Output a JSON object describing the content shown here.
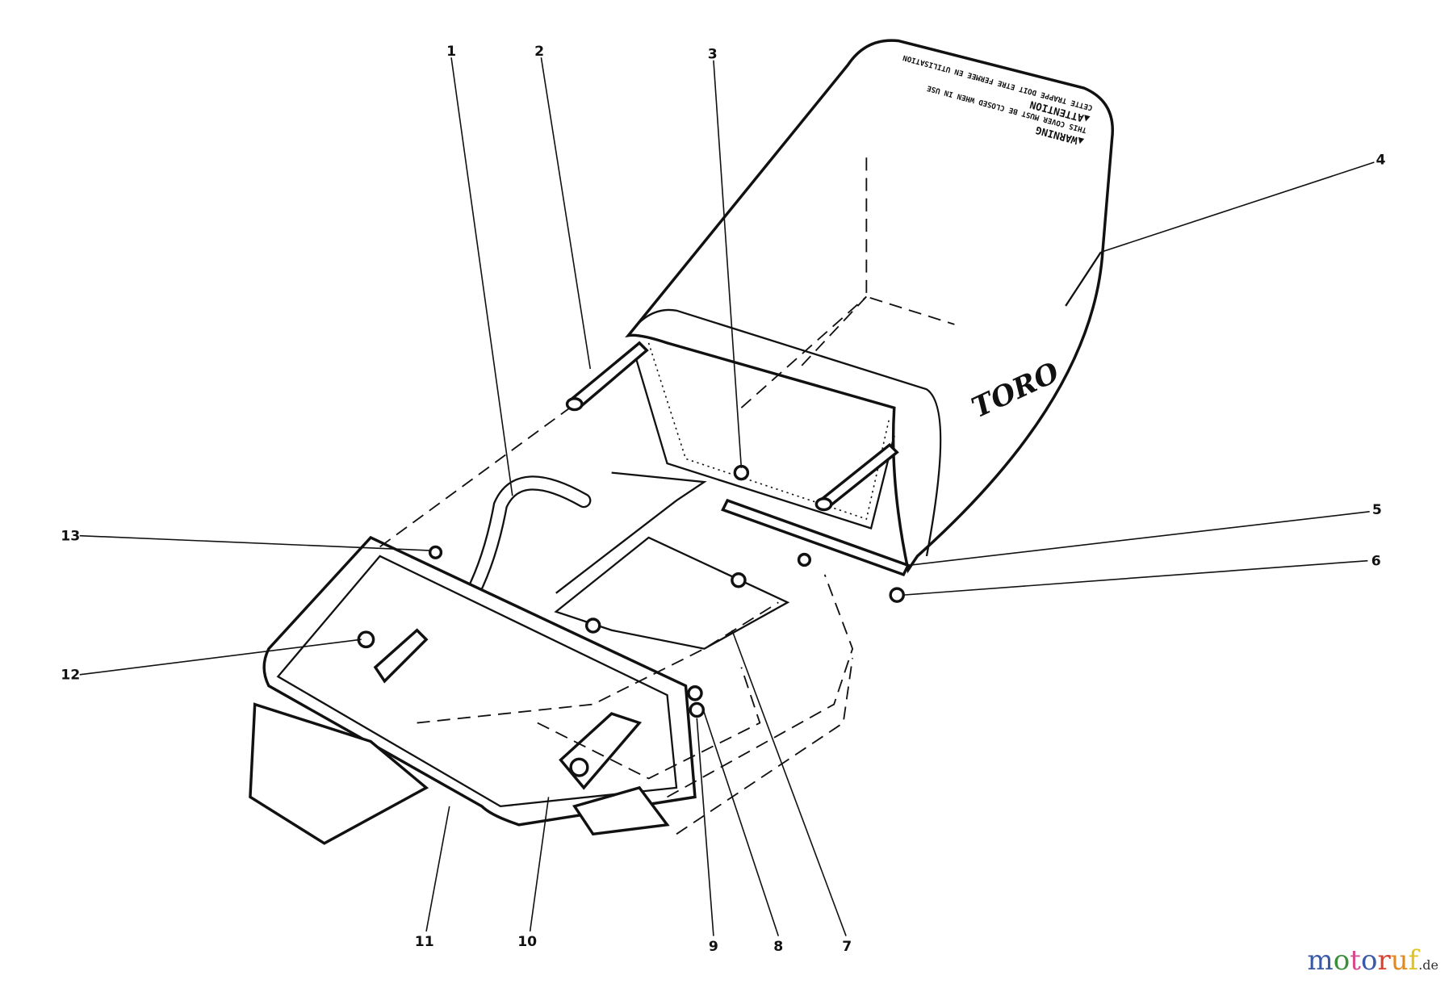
{
  "diagram": {
    "brand_on_bag": "TORO",
    "warning_label": {
      "line1": "▲WARNING",
      "line2": "THIS COVER MUST BE CLOSED WHEN IN USE",
      "line3": "▲ATTENTION",
      "line4": "CETTE TRAPPE DOIT ETRE FERMEE EN UTILISATION"
    },
    "callouts": [
      "1",
      "2",
      "3",
      "4",
      "5",
      "6",
      "7",
      "8",
      "9",
      "10",
      "11",
      "12",
      "13"
    ]
  },
  "watermark": {
    "letters": [
      "m",
      "o",
      "t",
      "o",
      "r",
      "u",
      "f"
    ],
    "colors": [
      "#3a5aa8",
      "#3a8f3a",
      "#d94a8c",
      "#3a5aa8",
      "#d9412f",
      "#e08a1e",
      "#e0c31e"
    ],
    "suffix": ".de"
  }
}
